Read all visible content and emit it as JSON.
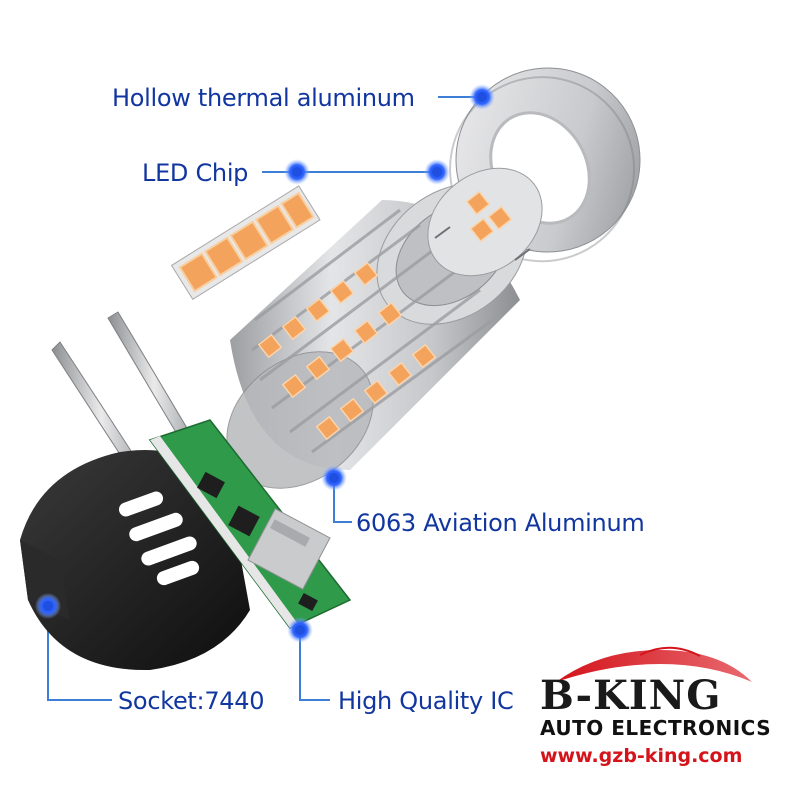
{
  "callouts": {
    "hollow_aluminum": "Hollow thermal aluminum",
    "led_chip": "LED Chip",
    "aviation_aluminum": "6063 Aviation Aluminum",
    "socket": "Socket:7440",
    "ic": "High Quality IC"
  },
  "brand": {
    "name": "B-KING",
    "tagline": "AUTO  ELECTRONICS",
    "url": "www.gzb-king.com",
    "url_color": "#d4131b"
  },
  "colors": {
    "callout_text": "#1236a0",
    "callout_line": "#3d7fd6",
    "dot": "#1f4fe0",
    "led": "#f4a35c",
    "aluminum": "#c9cacc",
    "pcb": "#2f9a4a",
    "socket": "#1b1b1b"
  }
}
